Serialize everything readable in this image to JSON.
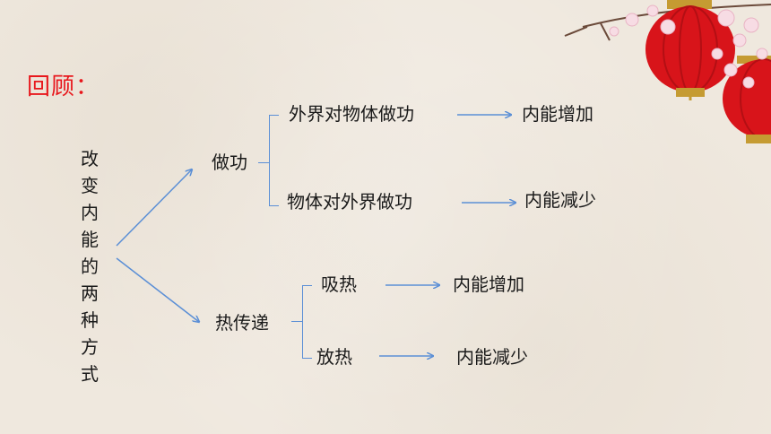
{
  "title": "回顾：",
  "root": "改变内能的两种方式",
  "branch1": {
    "label": "做功",
    "items": [
      {
        "cause": "外界对物体做功",
        "result": "内能增加"
      },
      {
        "cause": "物体对外界做功",
        "result": "内能减少"
      }
    ]
  },
  "branch2": {
    "label": "热传递",
    "items": [
      {
        "cause": "吸热",
        "result": "内能增加"
      },
      {
        "cause": "放热",
        "result": "内能减少"
      }
    ]
  },
  "colors": {
    "title": "#e8171c",
    "connector": "#5b8fd6",
    "lantern": "#d8141a",
    "blossom": "#f7dce4"
  }
}
